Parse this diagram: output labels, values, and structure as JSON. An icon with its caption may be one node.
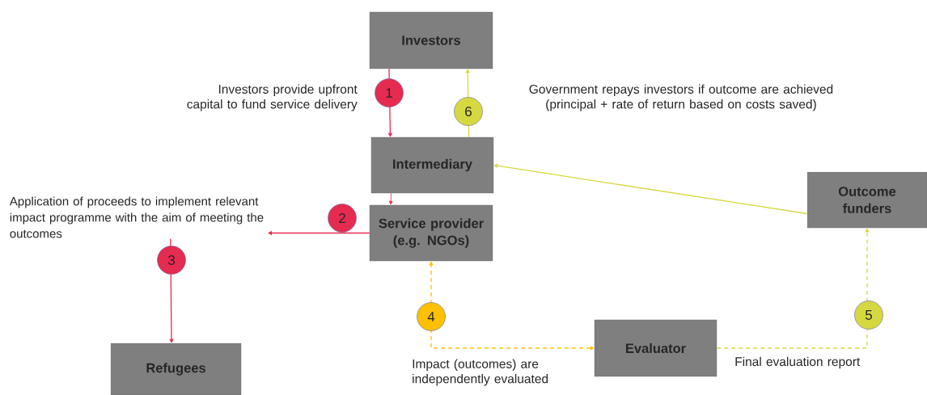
{
  "diagram": {
    "nodes": [
      {
        "text": [
          "Investors"
        ]
      },
      {
        "text": [
          "Intermediary"
        ]
      },
      {
        "text": [
          "Service provider (e.g. NGOs)"
        ]
      },
      {
        "text": [
          "Outcome funders"
        ]
      },
      {
        "text": [
          "Evaluator"
        ]
      },
      {
        "text": [
          "Refugees"
        ]
      },
      {
        "text": [
          "Application of proceeds to implement relevant impact programme with the aim of meeting the outcomes"
        ]
      }
    ],
    "edges": [
      {
        "from": 0,
        "to": 1,
        "arrow": "to",
        "label": "1"
      },
      {
        "from": 1,
        "to": 0,
        "arrow": "to",
        "label": "6",
        "color": "#d6d840"
      },
      {
        "from": 3,
        "to": 1,
        "arrow": "to",
        "color": "#d6d840"
      },
      {
        "from": 1,
        "to": 2,
        "arrow": "to"
      },
      {
        "from": 2,
        "to": 6,
        "arrow": "to",
        "label": "2"
      },
      {
        "from": 6,
        "to": 5,
        "arrow": "to",
        "label": "3"
      },
      {
        "from": 4,
        "to": 2,
        "arrow": "both",
        "label": "4",
        "style": "dashed",
        "color": "#ffc000"
      },
      {
        "from": 4,
        "to": 3,
        "arrow": "to",
        "label": "5",
        "style": "dashed",
        "color": "#d6d840"
      }
    ],
    "labels": [
      "Investors provide upfront capital to fund service delivery",
      "Government repays investors if outcome are achieved (principal + rate of return based on costs saved)",
      "Impact (outcomes) are independently evaluated",
      "Final evaluation report"
    ]
  }
}
